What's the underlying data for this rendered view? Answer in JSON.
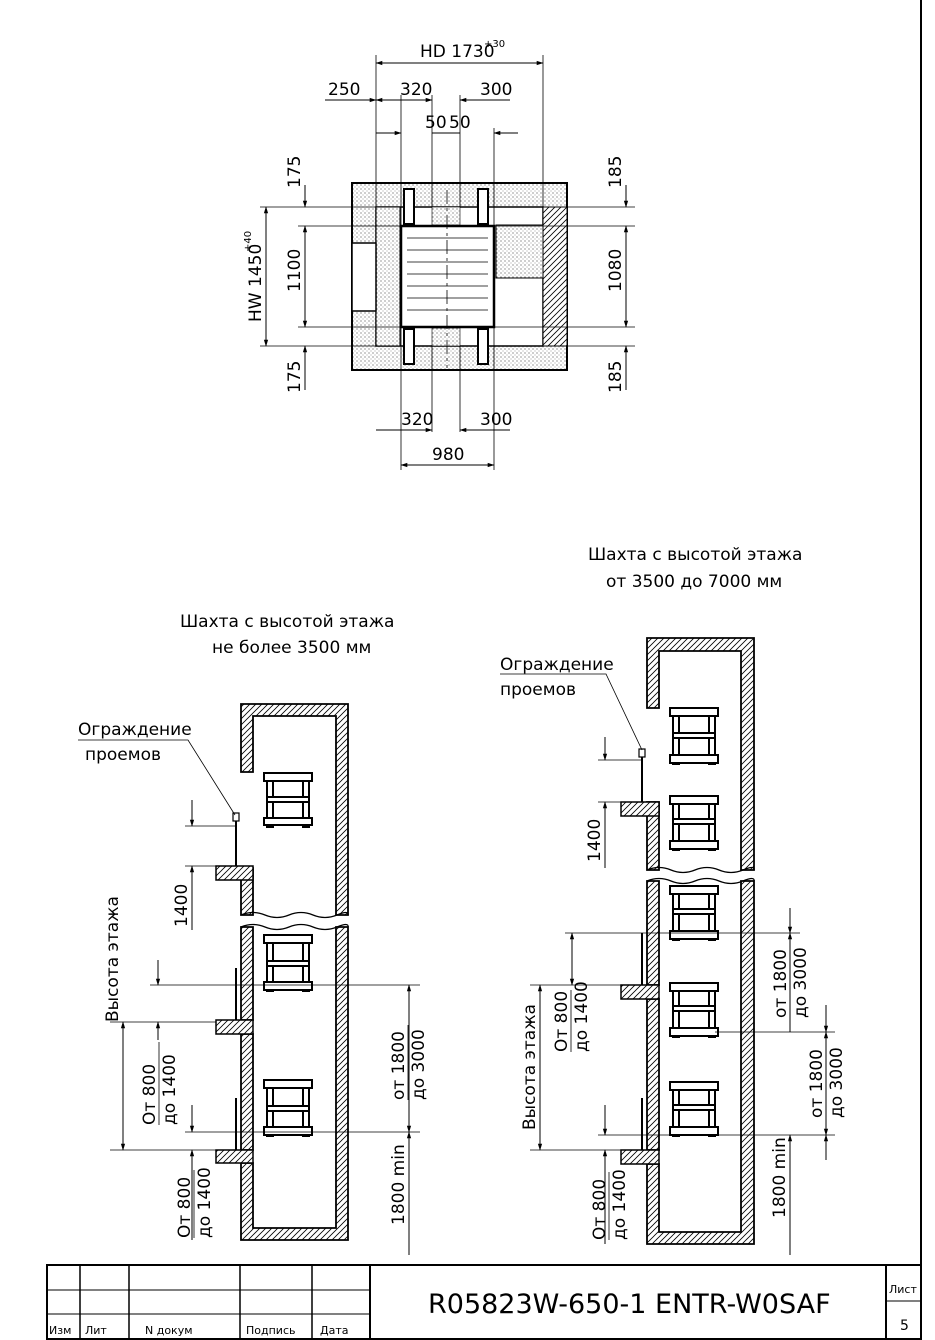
{
  "plan": {
    "hd": "HD 1730",
    "hd_tol": "+30",
    "hw": "HW 1450",
    "hw_tol": "+40",
    "top_dims": [
      "250",
      "320",
      "300",
      "50",
      "50"
    ],
    "left_dims": [
      "175",
      "1100",
      "175"
    ],
    "right_dims": [
      "185",
      "1080",
      "185"
    ],
    "bottom_dims": [
      "320",
      "300",
      "980"
    ]
  },
  "section_left": {
    "caption_line1": "Шахта с высотой этажа",
    "caption_line2": "не более 3500 мм",
    "guard_line1": "Ограждение",
    "guard_line2": "проемов",
    "dim_1400": "1400",
    "floor_height": "Высота этажа",
    "from800_a": "От 800",
    "to1400_a": "до 1400",
    "from800_b": "От 800",
    "to1400_b": "до 1400",
    "from1800": "от 1800",
    "to3000": "до 3000",
    "min1800": "1800 min"
  },
  "section_right": {
    "caption_line1": "Шахта с высотой этажа",
    "caption_line2": "от 3500 до 7000 мм",
    "guard_line1": "Ограждение",
    "guard_line2": "проемов",
    "dim_1400": "1400",
    "floor_height": "Высота этажа",
    "from800_a": "От 800",
    "to1400_a": "до 1400",
    "from800_b": "От 800",
    "to1400_b": "до 1400",
    "from1800_a": "от 1800",
    "to3000_a": "до 3000",
    "from1800_b": "от 1800",
    "to3000_b": "до 3000",
    "min1800": "1800 min"
  },
  "title_block": {
    "col_izm": "Изм",
    "col_lit": "Лит",
    "col_doc": "N докум",
    "col_sign": "Подпись",
    "col_date": "Дата",
    "doc_code": "R05823W-650-1 ENTR-W0SAF",
    "sheet_label": "Лист",
    "sheet_no": "5"
  }
}
